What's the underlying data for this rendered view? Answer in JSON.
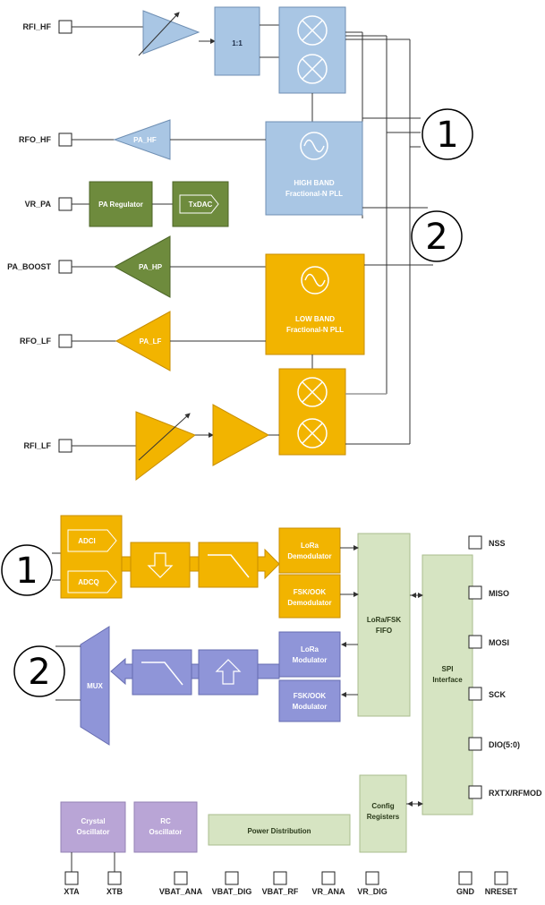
{
  "pins_rf": {
    "rfi_hf": "RFI_HF",
    "rfo_hf": "RFO_HF",
    "vr_pa": "VR_PA",
    "pa_boost": "PA_BOOST",
    "rfo_lf": "RFO_LF",
    "rfi_lf": "RFI_LF"
  },
  "rf_blocks": {
    "balun": "1:1",
    "pa_hf": "PA_HF",
    "hb_pll_line1": "HIGH BAND",
    "hb_pll_line2": "Fractional-N PLL",
    "pa_regulator": "PA Regulator",
    "txdac": "TxDAC",
    "pa_hp": "PA_HP",
    "lb_pll_line1": "LOW BAND",
    "lb_pll_line2": "Fractional-N PLL",
    "pa_lf": "PA_LF"
  },
  "markers": {
    "one": "1",
    "two": "2"
  },
  "baseband": {
    "adci": "ADCI",
    "adcq": "ADCQ",
    "lora_demod_1": "LoRa",
    "lora_demod_2": "Demodulator",
    "fsk_demod_1": "FSK/OOK",
    "fsk_demod_2": "Demodulator",
    "fifo_1": "LoRa/FSK",
    "fifo_2": "FIFO",
    "mux": "MUX",
    "lora_mod_1": "LoRa",
    "lora_mod_2": "Modulator",
    "fsk_mod_1": "FSK/OOK",
    "fsk_mod_2": "Modulator",
    "spi_1": "SPI",
    "spi_2": "Interface",
    "config_1": "Config",
    "config_2": "Registers",
    "crystal_1": "Crystal",
    "crystal_2": "Oscillator",
    "rc_1": "RC",
    "rc_2": "Oscillator",
    "power": "Power Distribution"
  },
  "pins_digital": {
    "nss": "NSS",
    "miso": "MISO",
    "mosi": "MOSI",
    "sck": "SCK",
    "dio": "DIO(5:0)",
    "rxtx": "RXTX/RFMOD"
  },
  "pins_bottom": {
    "xta": "XTA",
    "xtb": "XTB",
    "vbat_ana": "VBAT_ANA",
    "vbat_dig": "VBAT_DIG",
    "vbat_rf": "VBAT_RF",
    "vr_ana": "VR_ANA",
    "vr_dig": "VR_DIG",
    "gnd": "GND",
    "nreset": "NRESET"
  },
  "colors": {
    "blue": "#a9c6e4",
    "blue_dark": "#7a9cc4",
    "orange": "#f2b400",
    "orange_dark": "#c88e00",
    "green": "#6e8b3d",
    "green_light": "#d6e4c2",
    "purple": "#b9a5d6",
    "periwinkle": "#8f95d8"
  }
}
